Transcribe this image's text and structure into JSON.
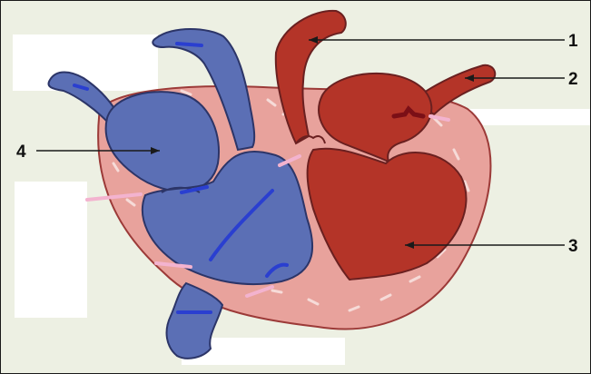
{
  "diagram": {
    "labels": [
      {
        "id": "1",
        "text": "1"
      },
      {
        "id": "2",
        "text": "2"
      },
      {
        "id": "3",
        "text": "3"
      },
      {
        "id": "4",
        "text": "4"
      }
    ]
  },
  "colors": {
    "background": "#edf0e3",
    "muscle": "#e8a29c",
    "muscle_outline": "#9c3a38",
    "muscle_streak": "#f6dbd8",
    "deoxygenated_blood": "#5b6fb5",
    "oxygenated_blood": "#b43428",
    "outline": "#6a2020",
    "accent_blue": "#2a3fd0",
    "accent_pink": "#f3b3cf",
    "accent_dark_red": "#7b0f16",
    "blank_box": "#ffffff"
  }
}
